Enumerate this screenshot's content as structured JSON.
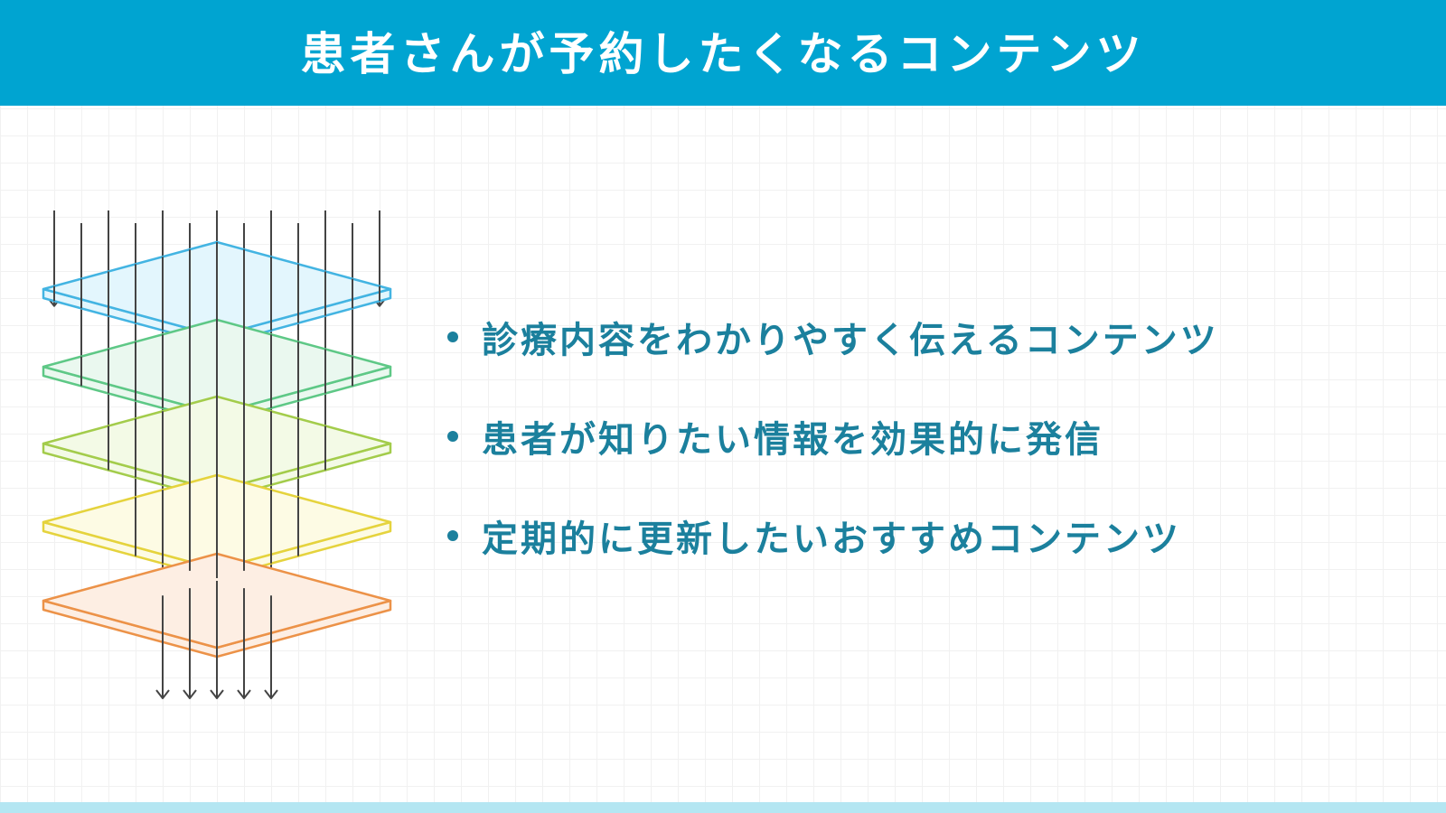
{
  "header": {
    "title": "患者さんが予約したくなるコンテンツ"
  },
  "diagram": {
    "layers": [
      {
        "id": "layer-blue",
        "fill": "#e3f6fd",
        "stroke": "#43b4e2"
      },
      {
        "id": "layer-green",
        "fill": "#eaf8ef",
        "stroke": "#5ec886"
      },
      {
        "id": "layer-lime",
        "fill": "#f3fae6",
        "stroke": "#a3cc4b"
      },
      {
        "id": "layer-yellow",
        "fill": "#fdfbe4",
        "stroke": "#e5d33d"
      },
      {
        "id": "layer-orange",
        "fill": "#fdeee3",
        "stroke": "#ec9248"
      }
    ],
    "arrow_color": "#444444"
  },
  "bullets": [
    {
      "text": "診療内容をわかりやすく伝えるコンテンツ"
    },
    {
      "text": "患者が知りたい情報を効果的に発信"
    },
    {
      "text": "定期的に更新したいおすすめコンテンツ"
    }
  ],
  "colors": {
    "header_bg": "#00a4d1",
    "accent_text": "#1b809d",
    "footer_stripe": "#b4e6f2"
  }
}
